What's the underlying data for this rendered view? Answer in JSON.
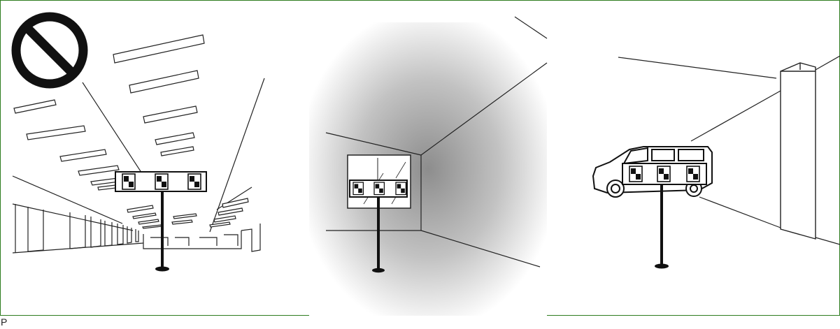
{
  "figure": {
    "border_color": "#2e7d1f",
    "caption_label": "P",
    "panels": [
      {
        "name": "ceiling-lights-scene",
        "badge": "prohibition-icon"
      },
      {
        "name": "dark-room-window-scene"
      },
      {
        "name": "vehicle-background-scene"
      }
    ]
  }
}
